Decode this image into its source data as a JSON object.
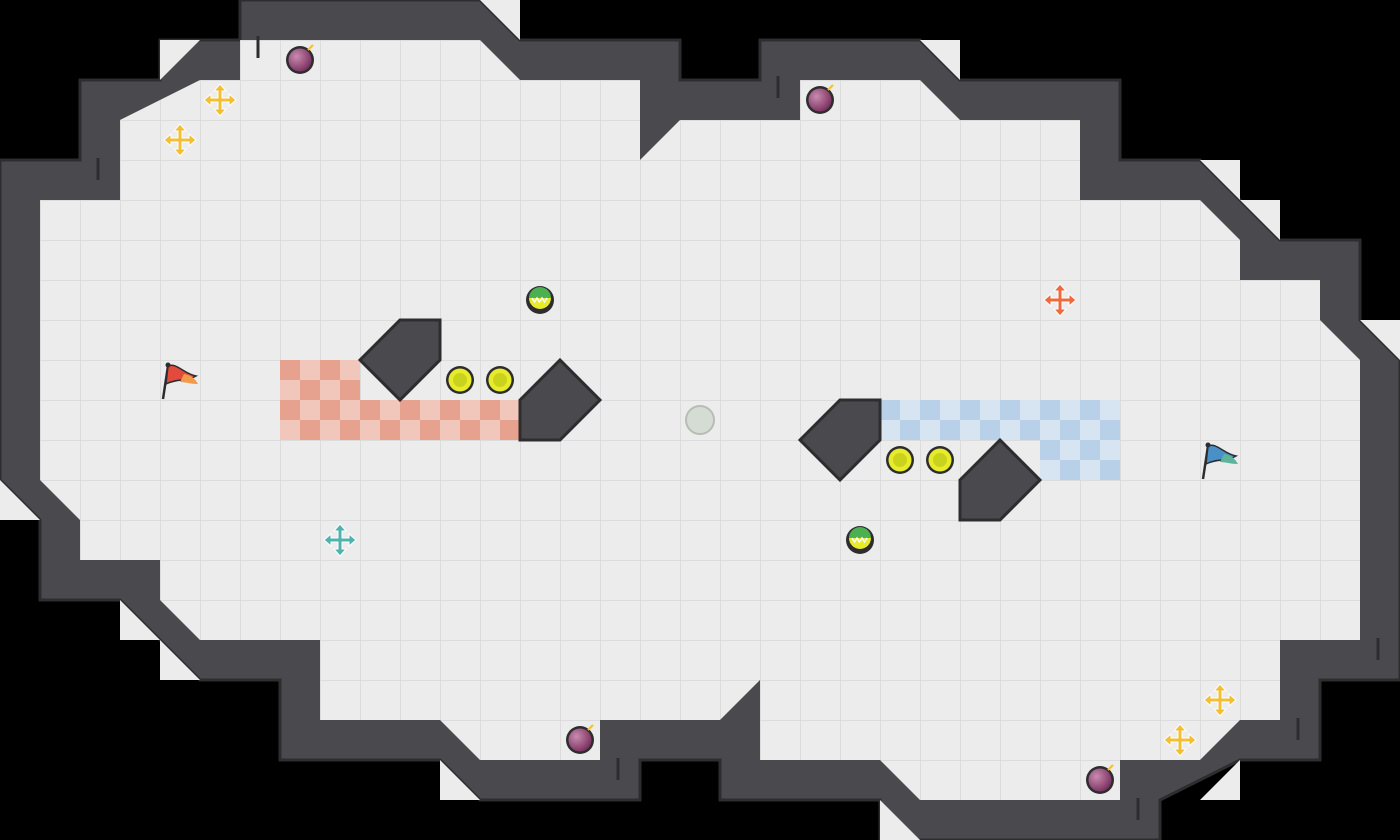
{
  "palette": {
    "background": "#000000",
    "floor": "#ececec",
    "grid_line": "#d6d6d6",
    "wall": "#4a4a4e",
    "wall_edge": "#2d2d30",
    "red_base_a": "#f1c7bc",
    "red_base_b": "#e7a28f",
    "blue_base_a": "#d7e5f2",
    "blue_base_b": "#b8d0e8",
    "powerup_yellow": "#e7eb2a",
    "bomb_purple": "#8e3a6b",
    "boost_yellow": "#f2bf34",
    "boost_orange": "#ee6a3c",
    "boost_teal": "#4fb3ad",
    "red_flag": "#e24a3b",
    "blue_flag": "#4a90c8"
  },
  "entities": {
    "flags": [
      {
        "team": "red",
        "icon": "red-flag-icon"
      },
      {
        "team": "blue",
        "icon": "blue-flag-icon"
      }
    ],
    "bombs": [
      {
        "icon": "bomb-icon"
      },
      {
        "icon": "bomb-icon"
      },
      {
        "icon": "bomb-icon"
      },
      {
        "icon": "bomb-icon"
      }
    ],
    "speed_boosts": [
      {
        "color": "yellow",
        "icon": "boost-arrows-icon"
      },
      {
        "color": "yellow",
        "icon": "boost-arrows-icon"
      },
      {
        "color": "orange",
        "icon": "boost-arrows-icon"
      },
      {
        "color": "teal",
        "icon": "boost-arrows-icon"
      },
      {
        "color": "yellow",
        "icon": "boost-arrows-icon"
      },
      {
        "color": "yellow",
        "icon": "boost-arrows-icon"
      }
    ],
    "powerups": [
      {
        "icon": "powerup-icon"
      },
      {
        "icon": "powerup-icon"
      },
      {
        "icon": "powerup-icon"
      },
      {
        "icon": "powerup-icon"
      }
    ],
    "spikes": [
      {
        "icon": "spike-ball-icon"
      },
      {
        "icon": "spike-ball-icon"
      }
    ],
    "portal": {
      "icon": "inactive-portal-icon"
    }
  }
}
